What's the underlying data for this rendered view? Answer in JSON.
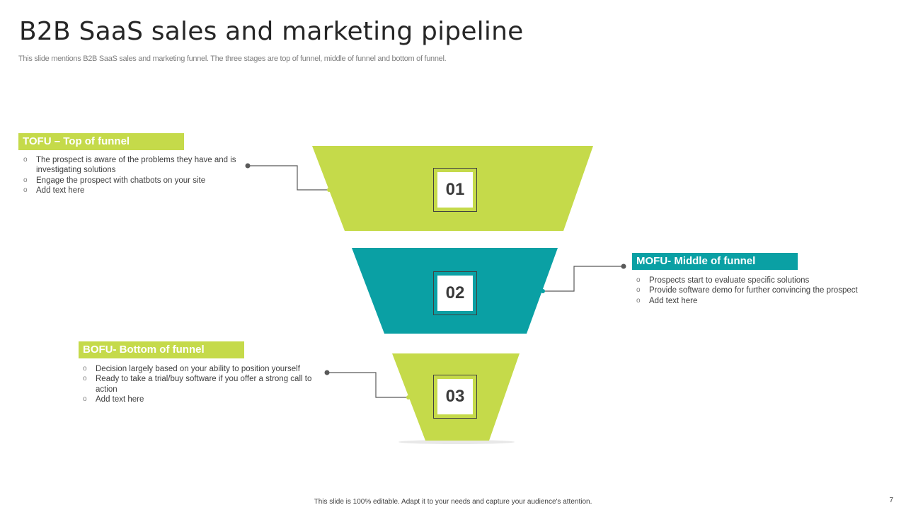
{
  "slide": {
    "title": "B2B SaaS sales and marketing pipeline",
    "subtitle": "This slide mentions B2B SaaS sales and marketing funnel. The three stages are top of funnel, middle of funnel and bottom of funnel.",
    "footer": "This slide is 100% editable.  Adapt it to your needs and capture your audience's attention.",
    "page_number": "7"
  },
  "colors": {
    "lime": "#c5da4a",
    "teal": "#0aa0a4",
    "connector": "#595959",
    "title": "#262626"
  },
  "stages": [
    {
      "number": "01",
      "header": "TOFU – Top of funnel",
      "color": "#c5da4a",
      "bullet_icon": "circle-outline-bullet",
      "bullets": [
        "The prospect is aware of the problems they have  and is investigating solutions",
        "Engage the prospect with chatbots on your site",
        "Add text here"
      ]
    },
    {
      "number": "02",
      "header": "MOFU- Middle of funnel",
      "color": "#0aa0a4",
      "bullet_icon": "circle-outline-bullet",
      "bullets": [
        "Prospects start to evaluate specific solutions",
        "Provide software demo for further convincing the prospect",
        "Add text here"
      ]
    },
    {
      "number": "03",
      "header": "BOFU- Bottom  of funnel",
      "color": "#c5da4a",
      "bullet_icon": "circle-outline-bullet",
      "bullets": [
        "Decision largely based on your ability to  position yourself",
        "Ready to take a trial/buy  software if you offer  a strong call to action",
        "Add text here"
      ]
    }
  ],
  "bullet_glyph": "o"
}
